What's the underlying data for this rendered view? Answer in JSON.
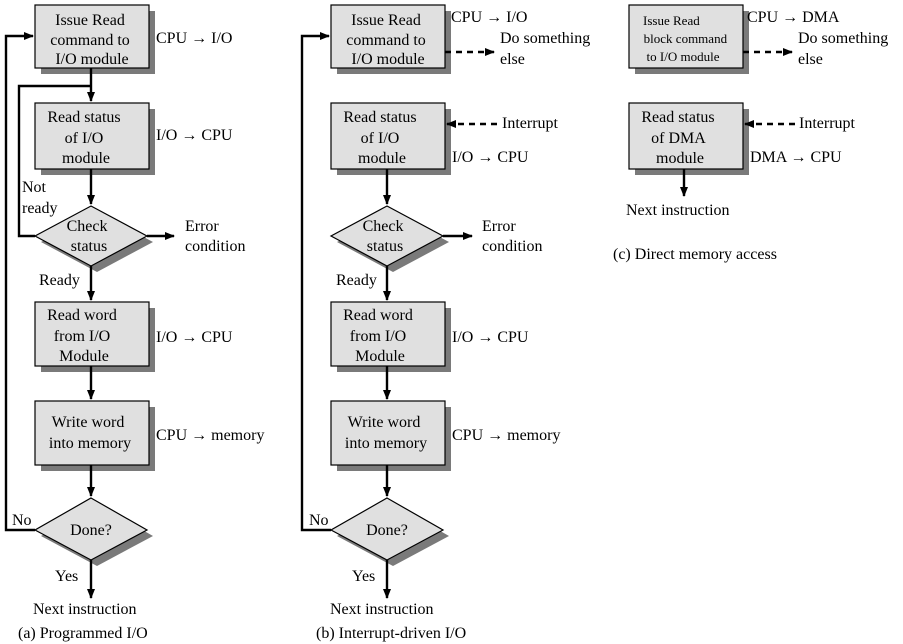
{
  "colors": {
    "box_fill": "#e0e0e0",
    "shadow": "#7a7a7a",
    "stroke": "#000000"
  },
  "a": {
    "issue": [
      "Issue Read",
      "command to",
      "I/O module"
    ],
    "issue_note": "CPU → I/O",
    "read_status": [
      "Read status",
      "of I/O",
      "module"
    ],
    "read_status_note": "I/O → CPU",
    "not_ready": [
      "Not",
      "ready"
    ],
    "check": [
      "Check",
      "status"
    ],
    "error": [
      "Error",
      "condition"
    ],
    "ready": "Ready",
    "read_word": [
      "Read word",
      "from I/O",
      "Module"
    ],
    "read_word_note": "I/O → CPU",
    "write_word": [
      "Write word",
      "into memory"
    ],
    "write_word_note": "CPU → memory",
    "no": "No",
    "done": "Done?",
    "yes": "Yes",
    "next": "Next instruction",
    "caption": "(a) Programmed I/O"
  },
  "b": {
    "issue": [
      "Issue Read",
      "command to",
      "I/O module"
    ],
    "issue_note": "CPU → I/O",
    "do_something": [
      "Do something",
      "else"
    ],
    "interrupt": "Interrupt",
    "read_status": [
      "Read status",
      "of I/O",
      "module"
    ],
    "read_status_note": "I/O → CPU",
    "check": [
      "Check",
      "status"
    ],
    "error": [
      "Error",
      "condition"
    ],
    "ready": "Ready",
    "read_word": [
      "Read word",
      "from I/O",
      "Module"
    ],
    "read_word_note": "I/O → CPU",
    "write_word": [
      "Write word",
      "into memory"
    ],
    "write_word_note": "CPU → memory",
    "no": "No",
    "done": "Done?",
    "yes": "Yes",
    "next": "Next instruction",
    "caption": "(b) Interrupt-driven I/O"
  },
  "c": {
    "issue": [
      "Issue Read",
      "block command",
      "to I/O module"
    ],
    "issue_note": "CPU → DMA",
    "do_something": [
      "Do something",
      "else"
    ],
    "interrupt": "Interrupt",
    "read_status": [
      "Read status",
      "of DMA",
      "module"
    ],
    "read_status_note": "DMA → CPU",
    "next": "Next instruction",
    "caption": "(c) Direct memory access"
  }
}
